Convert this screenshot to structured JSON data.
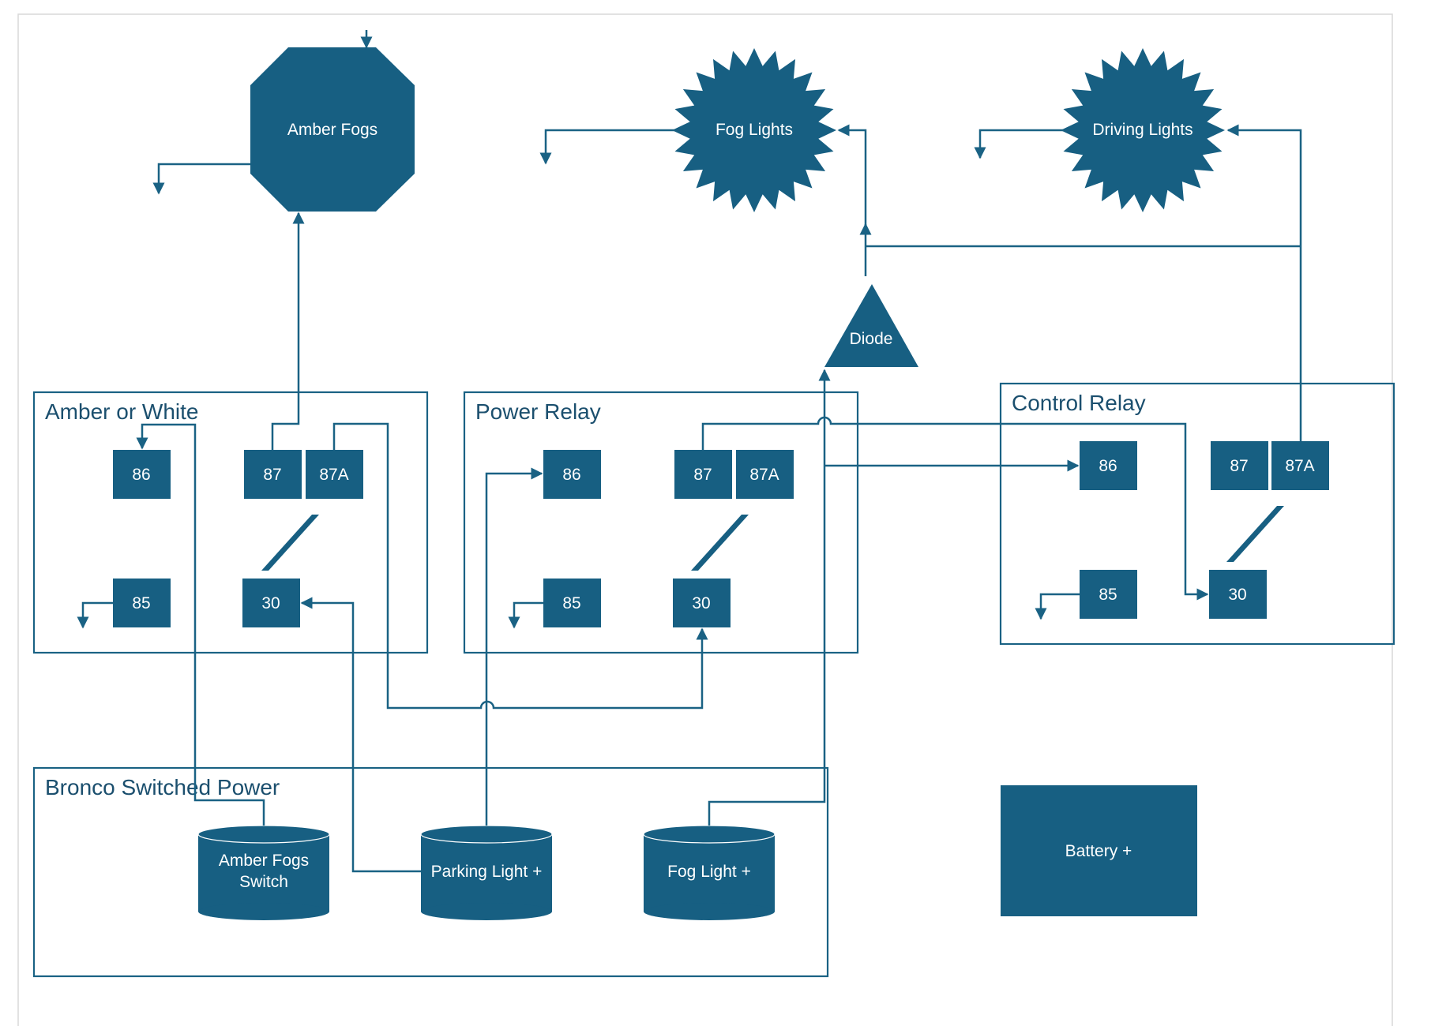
{
  "colors": {
    "shape": "#175f82",
    "wire": "#1a6284",
    "page_border": "#d9d9d9"
  },
  "components": {
    "amber_fogs": "Amber Fogs",
    "fog_lights": "Fog Lights",
    "driving_lights": "Driving Lights",
    "diode": "Diode",
    "battery": "Battery +"
  },
  "relays": {
    "amber_or_white": {
      "title": "Amber or White",
      "t86": "86",
      "t87": "87",
      "t87a": "87A",
      "t85": "85",
      "t30": "30"
    },
    "power_relay": {
      "title": "Power Relay",
      "t86": "86",
      "t87": "87",
      "t87a": "87A",
      "t85": "85",
      "t30": "30"
    },
    "control_relay": {
      "title": "Control Relay",
      "t86": "86",
      "t87": "87",
      "t87a": "87A",
      "t85": "85",
      "t30": "30"
    }
  },
  "bronco": {
    "title": "Bronco Switched Power",
    "switch_line1": "Amber Fogs",
    "switch_line2": "Switch",
    "parking": "Parking Light +",
    "fog": "Fog Light +"
  }
}
